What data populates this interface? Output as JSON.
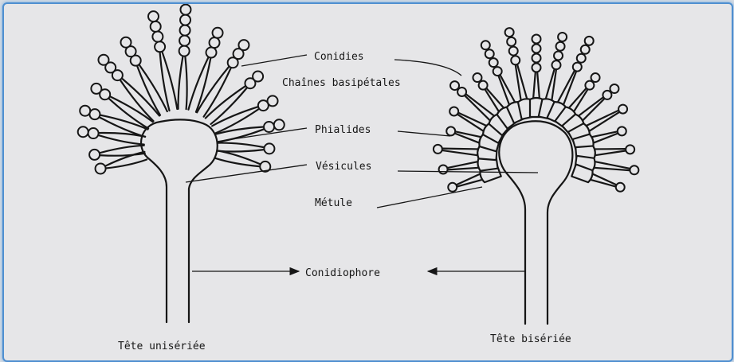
{
  "labels": {
    "conidies": "Conidies",
    "chaines": "Chaînes basipétales",
    "phialides": "Phialides",
    "vesicules": "Vésicules",
    "metule": "Métule",
    "conidiophore": "Conidiophore"
  },
  "captions": {
    "left": "Tête unisériée",
    "right": "Tête bisériée"
  },
  "colors": {
    "frame_border": "#4f8fd0",
    "background": "#e6e6e8",
    "ink": "#161616"
  }
}
